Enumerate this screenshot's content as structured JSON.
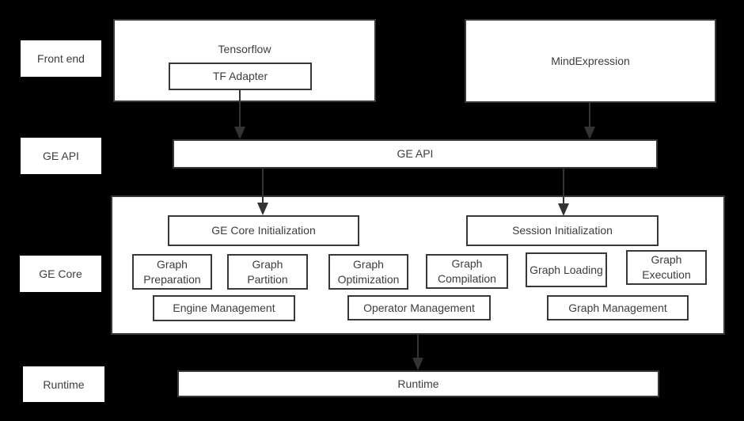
{
  "diagram": {
    "row_labels": {
      "front_end": "Front end",
      "ge_api": "GE API",
      "ge_core": "GE Core",
      "runtime": "Runtime"
    },
    "boxes": {
      "tensorflow": "Tensorflow",
      "tf_adapter": "TF Adapter",
      "mindexpression": "MindExpression",
      "ge_api_bar": "GE API",
      "ge_core_initialization": "GE Core Initialization",
      "session_initialization": "Session Initialization",
      "graph_preparation": "Graph Preparation",
      "graph_partition": "Graph Partition",
      "graph_optimization": "Graph Optimization",
      "graph_compilation": "Graph Compilation",
      "graph_loading": "Graph Loading",
      "graph_execution": "Graph Execution",
      "engine_management": "Engine Management",
      "operator_management": "Operator Management",
      "graph_management": "Graph Management",
      "runtime_bar": "Runtime"
    },
    "colors": {
      "background": "#000000",
      "box_fill": "#ffffff",
      "box_border": "#383838",
      "text": "#3d3d3d",
      "arrow": "#333333"
    }
  }
}
